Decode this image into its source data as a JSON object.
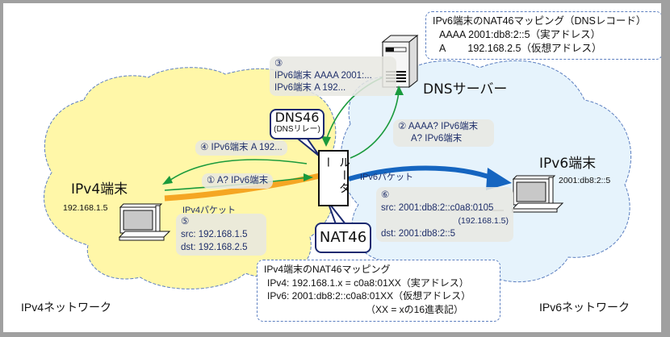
{
  "networks": {
    "ipv4": {
      "label": "IPv4ネットワーク",
      "color": "#fff7a8"
    },
    "ipv6": {
      "label": "IPv6ネットワーク",
      "color": "#e6f3fc"
    }
  },
  "dns_server": {
    "label": "DNSサーバー"
  },
  "dns_record_box": {
    "title": "IPv6端末のNAT46マッピング（DNSレコード）",
    "lines": [
      "AAAA 2001:db8:2::5（実アドレス）",
      "A        192.168.2.5（仮想アドレス）"
    ]
  },
  "ipv4_host": {
    "label": "IPv4端末",
    "address": "192.168.1.5"
  },
  "ipv6_host": {
    "label": "IPv6端末",
    "address": "2001:db8:2::5"
  },
  "router": {
    "label": "ルーター"
  },
  "dns46_callout": {
    "title": "DNS46",
    "subtitle": "(DNSリレー)"
  },
  "nat46_callout": {
    "title": "NAT46"
  },
  "messages": {
    "step1": "① A? IPv6端末",
    "step2_line1": "② AAAA? IPv6端末",
    "step2_line2": "A? IPv6端末",
    "step3_num": "③",
    "step3_line1": "IPv6端末 AAAA 2001:...",
    "step3_line2": "IPv6端末 A 192...",
    "step4": "④ IPv6端末 A 192..."
  },
  "ipv4_packet": {
    "label": "IPv4パケット",
    "num": "⑤",
    "src": "src: 192.168.1.5",
    "dst": "dst: 192.168.2.5"
  },
  "ipv6_packet": {
    "label": "IPv6パケット",
    "num": "⑥",
    "src": "src: 2001:db8:2::c0a8:0105",
    "src_note": "(192.168.1.5)",
    "dst": "dst: 2001:db8:2::5"
  },
  "ipv4_mapping_box": {
    "title": "IPv4端末のNAT46マッピング",
    "lines": [
      "IPv4: 192.168.1.x = c0a8:01XX（実アドレス）",
      "IPv6: 2001:db8:2::c0a8:01XX（仮想アドレス）",
      "（XX = xの16進表記）"
    ]
  },
  "colors": {
    "dns_arrow": "#1a9a3c",
    "ipv4_packet_arrow": "#f5a623",
    "ipv6_packet_arrow": "#1565c0",
    "callout_border": "#1c2a70",
    "cloud_outline": "#5c7fc0"
  }
}
